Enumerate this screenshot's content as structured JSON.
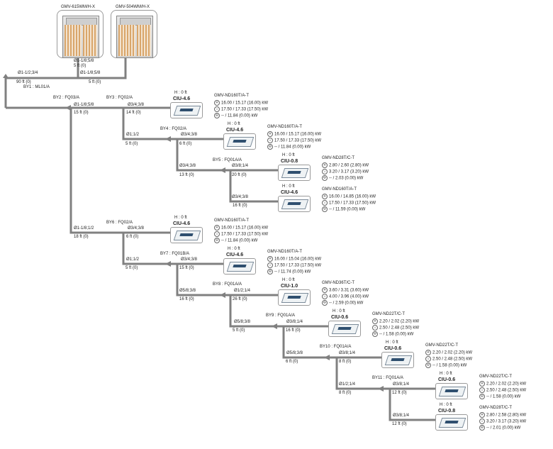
{
  "outdoor_units": [
    {
      "model": "GMV-615WM/H-X"
    },
    {
      "model": "GMV-504WM/H-X"
    }
  ],
  "main": {
    "odu1_pipe": "Ø1-1/8;5/8",
    "odu1_len": "5 ft  (0)",
    "odu2_pipe": "Ø1-1/8;5/8",
    "odu2_len": "5 ft  (0)",
    "main_pipe": "Ø1-1/2;3/4",
    "main_len": "90 ft  (0)",
    "by1": "BY1 : ML01/A"
  },
  "branches": {
    "by2": "BY2 : FQ03/A",
    "by2_pipe": "Ø1-1/8;5/8",
    "by2_len": "15 ft  (0)",
    "by3": "BY3 : FQ02/A",
    "by3_pipe": "Ø3/4;3/8",
    "by3_len": "14 ft  (0)",
    "by3_down_pipe": "Ø1;1/2",
    "by3_down_len": "5 ft  (0)",
    "by4": "BY4 : FQ02/A",
    "by4_pipe": "Ø3/4;3/8",
    "by4_len": "6 ft  (0)",
    "by4_down_pipe": "Ø3/4;3/8",
    "by4_down_len": "13 ft  (0)",
    "by5": "BY5 : FQ01A/A",
    "by5_pipe": "Ø3/8;1/4",
    "by5_len": "20 ft  (0)",
    "by5_down_pipe": "Ø3/4;3/8",
    "by5_down_len": "16 ft  (0)",
    "trunk2_pipe": "Ø1-1/8;1/2",
    "trunk2_len": "18 ft  (0)",
    "by6": "BY6 : FQ02/A",
    "by6_pipe": "Ø3/4;3/8",
    "by6_len": "6 ft  (0)",
    "by6_down_pipe": "Ø1;1/2",
    "by6_down_len": "5 ft  (0)",
    "by7": "BY7 : FQ01B/A",
    "by7_pipe": "Ø3/4;3/8",
    "by7_len": "15 ft  (0)",
    "by7_down_pipe": "Ø5/8;3/8",
    "by7_down_len": "16 ft  (0)",
    "by8": "BY8 : FQ01A/A",
    "by8_pipe": "Ø1/2;1/4",
    "by8_len": "26 ft  (0)",
    "by8_down_pipe": "Ø5/8;3/8",
    "by8_down_len": "5 ft  (0)",
    "by9": "BY9 : FQ01A/A",
    "by9_pipe": "Ø3/8;1/4",
    "by9_len": "16 ft  (0)",
    "by9_down_pipe": "Ø5/8;3/8",
    "by9_down_len": "6 ft  (0)",
    "by10": "BY10 : FQ01A/A",
    "by10_pipe": "Ø3/8;1/4",
    "by10_len": "8 ft  (0)",
    "by10_down_pipe": "Ø1/2;1/4",
    "by10_down_len": "8 ft  (0)",
    "by11": "BY11 : FQ01A/A",
    "by11_pipe": "Ø3/8;1/4",
    "by11_len": "12 ft  (0)",
    "by11_down_pipe": "Ø3/8;1/4",
    "by11_down_len": "12 ft  (0)"
  },
  "indoor_units": [
    {
      "h": "H : 0 ft",
      "name": "CIU-4.6",
      "model": "GMV-ND160T/A-T",
      "cool": "16.00 / 15.17  (16.00)  kW",
      "heat": "17.50 / 17.33  (17.50)  kW",
      "fan": "-- / 11.84  (0.00)  kW"
    },
    {
      "h": "H : 0 ft",
      "name": "CIU-4.6",
      "model": "GMV-ND160T/A-T",
      "cool": "16.00 / 15.17  (16.00)  kW",
      "heat": "17.50 / 17.33  (17.50)  kW",
      "fan": "-- / 11.84  (0.00)  kW"
    },
    {
      "h": "H : 0 ft",
      "name": "CIU-0.8",
      "model": "GMV-ND28T/C-T",
      "cool": "2.80 / 2.60  (2.80)  kW",
      "heat": "3.20 / 3.17  (3.20)  kW",
      "fan": "-- / 2.03  (0.00)  kW"
    },
    {
      "h": "H : 0 ft",
      "name": "CIU-4.6",
      "model": "GMV-ND160T/A-T",
      "cool": "16.00 / 14.85  (16.00)  kW",
      "heat": "17.50 / 17.33  (17.50)  kW",
      "fan": "-- / 11.59  (0.00)  kW"
    },
    {
      "h": "H : 0 ft",
      "name": "CIU-4.6",
      "model": "GMV-ND160T/A-T",
      "cool": "16.00 / 15.17  (16.00)  kW",
      "heat": "17.50 / 17.33  (17.50)  kW",
      "fan": "-- / 11.84  (0.00)  kW"
    },
    {
      "h": "H : 0 ft",
      "name": "CIU-4.6",
      "model": "GMV-ND160T/A-T",
      "cool": "16.00 / 15.04  (16.00)  kW",
      "heat": "17.50 / 17.33  (17.50)  kW",
      "fan": "-- / 11.74  (0.00)  kW"
    },
    {
      "h": "H : 0 ft",
      "name": "CIU-1.0",
      "model": "GMV-ND36T/C-T",
      "cool": "3.60 / 3.31  (3.60)  kW",
      "heat": "4.00 / 3.96  (4.00)  kW",
      "fan": "-- / 2.59  (0.00)  kW"
    },
    {
      "h": "H : 0 ft",
      "name": "CIU-0.6",
      "model": "GMV-ND22T/C-T",
      "cool": "2.20 / 2.02  (2.20)  kW",
      "heat": "2.50 / 2.48  (2.50)  kW",
      "fan": "-- / 1.58  (0.00)  kW"
    },
    {
      "h": "H : 0 ft",
      "name": "CIU-0.6",
      "model": "GMV-ND22T/C-T",
      "cool": "2.20 / 2.02  (2.20)  kW",
      "heat": "2.50 / 2.48  (2.50)  kW",
      "fan": "-- / 1.58  (0.00)  kW"
    },
    {
      "h": "H : 0 ft",
      "name": "CIU-0.6",
      "model": "GMV-ND22T/C-T",
      "cool": "2.20 / 2.02  (2.20)  kW",
      "heat": "2.50 / 2.48  (2.50)  kW",
      "fan": "-- / 1.58  (0.00)  kW"
    },
    {
      "h": "H : 0 ft",
      "name": "CIU-0.8",
      "model": "GMV-ND28T/C-T",
      "cool": "2.80 / 2.58  (2.80)  kW",
      "heat": "3.20 / 3.17  (3.20)  kW",
      "fan": "-- / 2.01  (0.00)  kW"
    }
  ],
  "colors": {
    "pipe": "#808080",
    "cool_icon": "#555555"
  }
}
